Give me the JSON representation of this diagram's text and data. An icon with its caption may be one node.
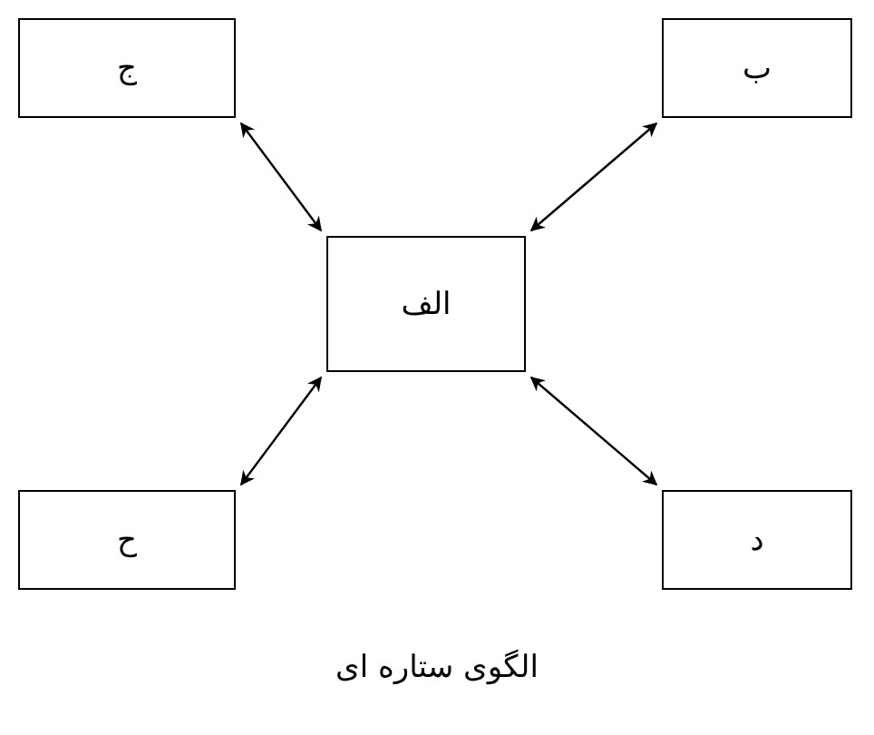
{
  "diagram": {
    "caption": "الگوی ستاره ای",
    "nodes": [
      {
        "text": [
          "ج"
        ]
      },
      {
        "text": [
          "ب"
        ]
      },
      {
        "text": [
          "الف"
        ]
      },
      {
        "text": [
          "ح"
        ]
      },
      {
        "text": [
          "د"
        ]
      }
    ],
    "edges": [
      {
        "from": 2,
        "to": 0,
        "arrow": "both"
      },
      {
        "from": 2,
        "to": 1,
        "arrow": "both"
      },
      {
        "from": 2,
        "to": 3,
        "arrow": "both"
      },
      {
        "from": 2,
        "to": 4,
        "arrow": "both"
      }
    ]
  }
}
